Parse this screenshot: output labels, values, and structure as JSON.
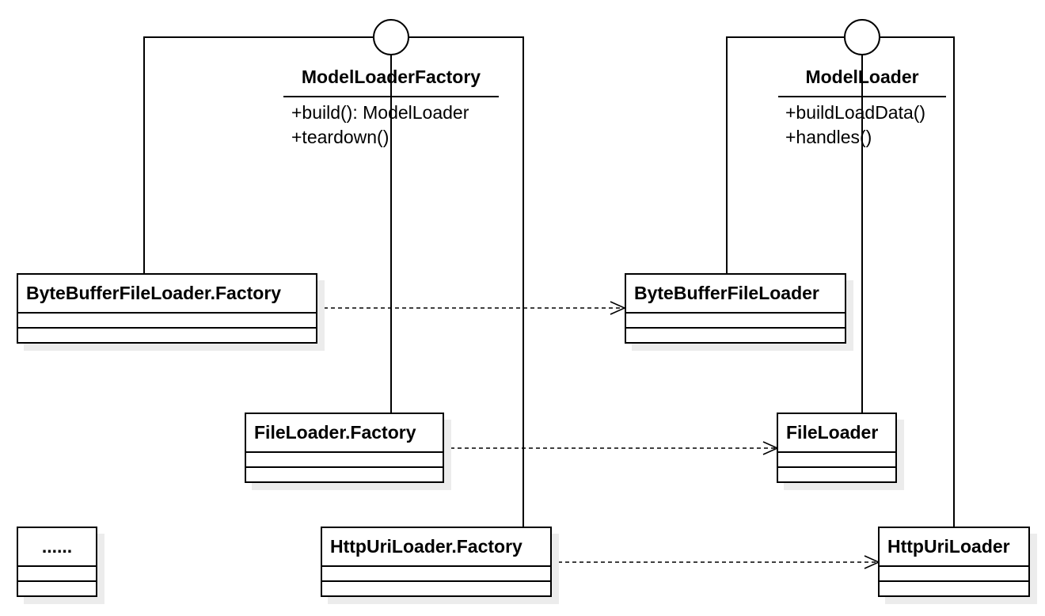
{
  "interfaces": {
    "factory": {
      "name": "ModelLoaderFactory",
      "operations": [
        "+build(): ModelLoader",
        "+teardown()"
      ]
    },
    "loader": {
      "name": "ModelLoader",
      "operations": [
        "+buildLoadData()",
        "+handles()"
      ]
    }
  },
  "classes": {
    "bytebuffer_factory": "ByteBufferFileLoader.Factory",
    "file_factory": "FileLoader.Factory",
    "httpuri_factory": "HttpUriLoader.Factory",
    "ellipsis": "......",
    "bytebuffer_loader": "ByteBufferFileLoader",
    "file_loader": "FileLoader",
    "httpuri_loader": "HttpUriLoader"
  },
  "colors": {
    "line": "#000000",
    "shadow": "#ececec",
    "background": "#ffffff"
  }
}
